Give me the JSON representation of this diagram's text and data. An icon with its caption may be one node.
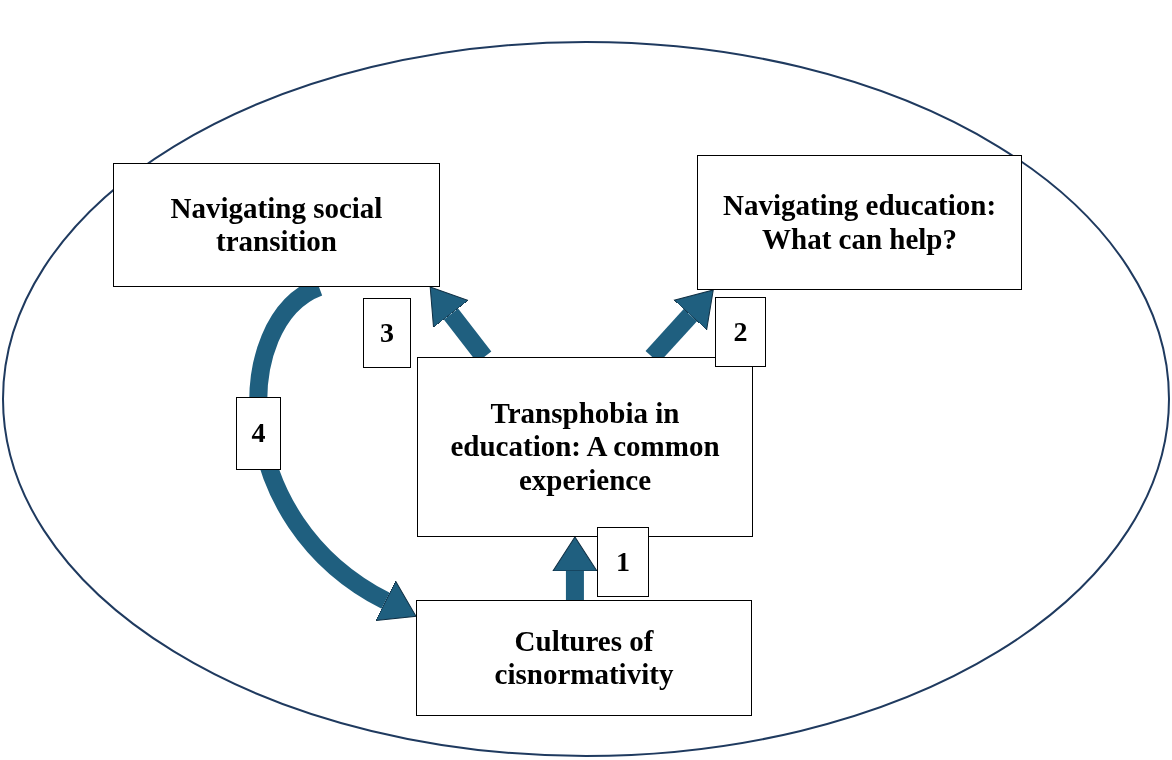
{
  "diagram": {
    "nodes": [
      {
        "text": [],
        "shape": "ellipse"
      },
      {
        "text": [
          "Navigating social transition"
        ],
        "in": 0
      },
      {
        "text": [
          "Navigating education: What can help?"
        ],
        "in": 0
      },
      {
        "text": [
          "Transphobia in education: A common experience"
        ],
        "in": 0
      },
      {
        "text": [
          "Cultures of cisnormativity"
        ],
        "in": 0
      }
    ],
    "edges": [
      {
        "from": 4,
        "to": 3,
        "arrow": "to",
        "label": "1"
      },
      {
        "from": 3,
        "to": 2,
        "arrow": "to",
        "label": "2"
      },
      {
        "from": 3,
        "to": 1,
        "arrow": "to",
        "label": "3"
      },
      {
        "from": 1,
        "to": 4,
        "arrow": "to",
        "label": "4"
      }
    ]
  }
}
